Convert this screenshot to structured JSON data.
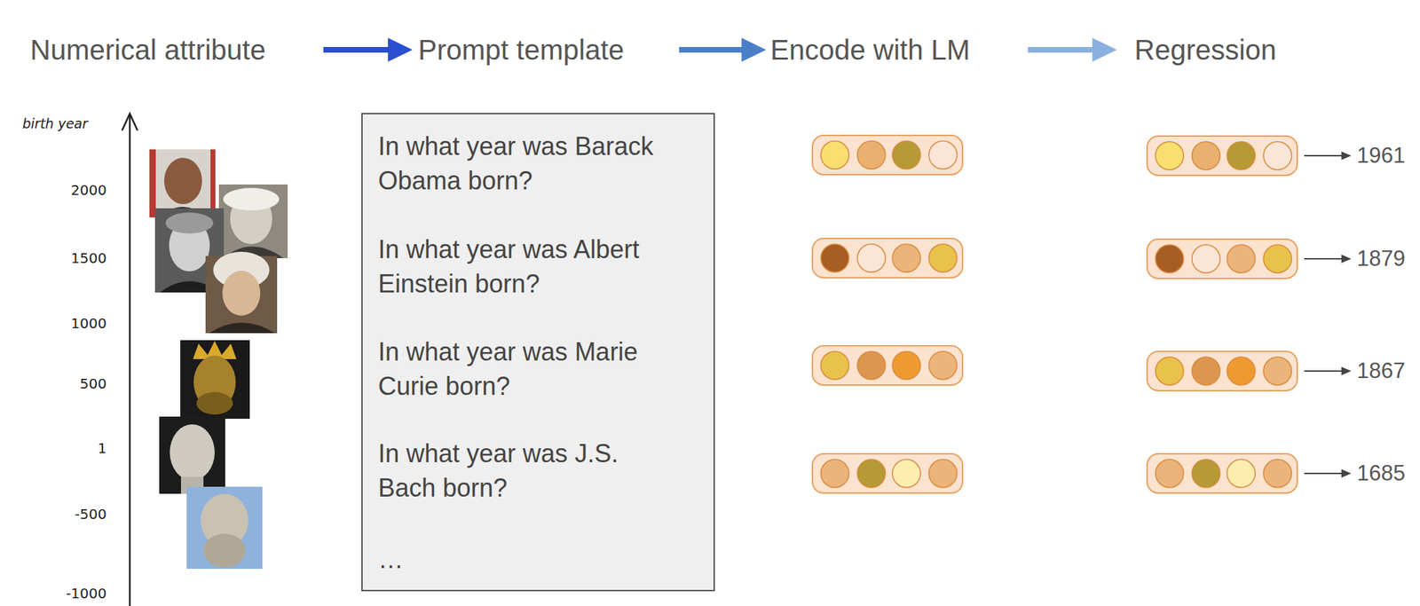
{
  "diagram": {
    "nodes": [
      {
        "text": [
          "In what year was Barack Obama born?",
          "In what year was Albert Einstein born?",
          "In what year was Marie Curie born?",
          "In what year was J.S. Bach born?",
          "…"
        ]
      }
    ],
    "labels": [
      "Numerical attribute",
      "Prompt template",
      "Encode with LM",
      "Regression",
      "birth year",
      "2000",
      "1500",
      "1000",
      "500",
      "1",
      "-500",
      "-1000",
      "1961",
      "1879",
      "1867",
      "1685"
    ]
  }
}
